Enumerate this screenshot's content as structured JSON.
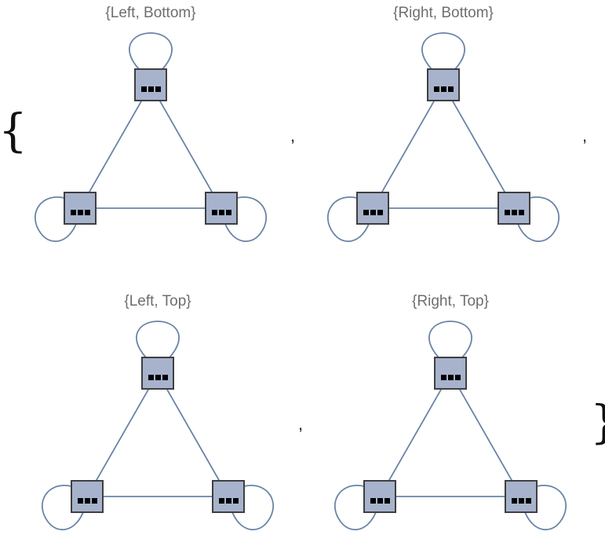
{
  "brackets": {
    "open": "{",
    "close": "}"
  },
  "separator": ",",
  "graphs": [
    {
      "label": "{Left, Bottom}"
    },
    {
      "label": "{Right, Bottom}"
    },
    {
      "label": "{Left, Top}"
    },
    {
      "label": "{Right, Top}"
    }
  ],
  "colors": {
    "node_fill": "#a7b3cc",
    "node_stroke": "#3f3f3f",
    "edge": "#6a84a6",
    "label": "#6e6e6e"
  },
  "node_icon": "ellipsis-dots"
}
